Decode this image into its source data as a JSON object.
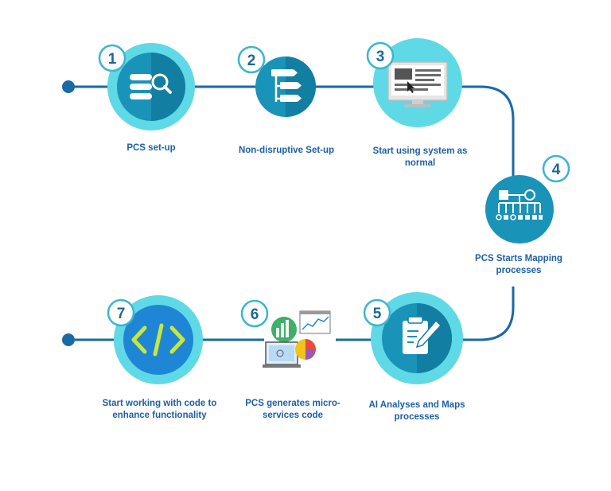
{
  "steps": [
    {
      "number": "1",
      "label": "PCS set-up",
      "icon": "database-search-icon"
    },
    {
      "number": "2",
      "label": "Non-disruptive Set-up",
      "icon": "hierarchy-tags-icon"
    },
    {
      "number": "3",
      "label": "Start using system as normal",
      "icon": "computer-monitor-icon"
    },
    {
      "number": "4",
      "label": "PCS Starts Mapping processes",
      "icon": "process-map-icon"
    },
    {
      "number": "5",
      "label": "AI Analyses and Maps processes",
      "icon": "clipboard-pen-icon"
    },
    {
      "number": "6",
      "label": "PCS generates micro-services code",
      "icon": "analytics-dashboard-icon"
    },
    {
      "number": "7",
      "label": "Start working with code to enhance functionality",
      "icon": "code-brackets-icon"
    }
  ],
  "colors": {
    "line": "#1a6aa6",
    "outer_ring": "#5fd9e6",
    "inner_circle": "#1a93b8",
    "inner_circle_dark": "#127fa2",
    "badge_stroke": "#3bb6cf",
    "badge_text": "#1b6a90",
    "label_text": "#1d5fa6",
    "code_circle": "#1f86d6",
    "code_glyph": "#c8e63e"
  }
}
